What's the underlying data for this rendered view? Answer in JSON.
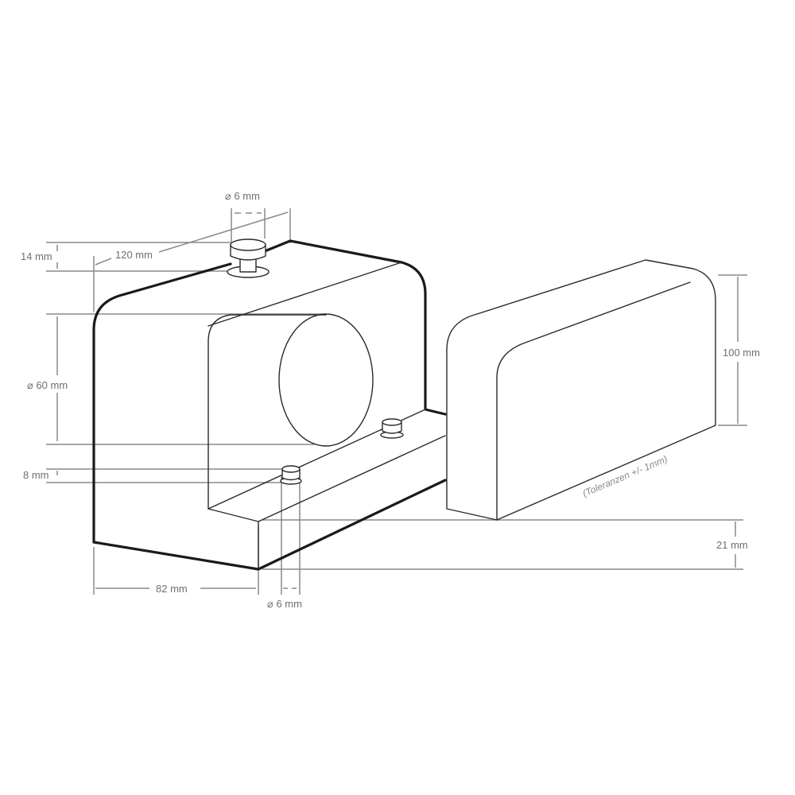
{
  "diagram": {
    "type": "technical-dimension-drawing",
    "subject": "two-part block with cylinder boss (isometric view)",
    "line_color": "#1a1a1a",
    "dimension_color": "#8a8a8a",
    "label_color": "#6f6f6f",
    "dimensions": {
      "top_pin_diameter": "6 mm",
      "body_width": "120 mm",
      "pin_height": "14 mm",
      "cylinder_diameter": "60 mm",
      "small_pin_height": "8 mm",
      "base_depth": "82 mm",
      "bottom_pin_diameter": "6 mm",
      "part_height": "100 mm",
      "base_height": "21 mm"
    },
    "diameter_symbol": "⌀",
    "tolerance_note": "(Toleranzen +/- 1mm)",
    "parts": [
      {
        "name": "main-body",
        "features": [
          "top pin",
          "cylinder boss",
          "base ledge",
          "two ledge pins"
        ]
      },
      {
        "name": "counter-block",
        "features": [
          "rounded top edge"
        ]
      }
    ]
  }
}
